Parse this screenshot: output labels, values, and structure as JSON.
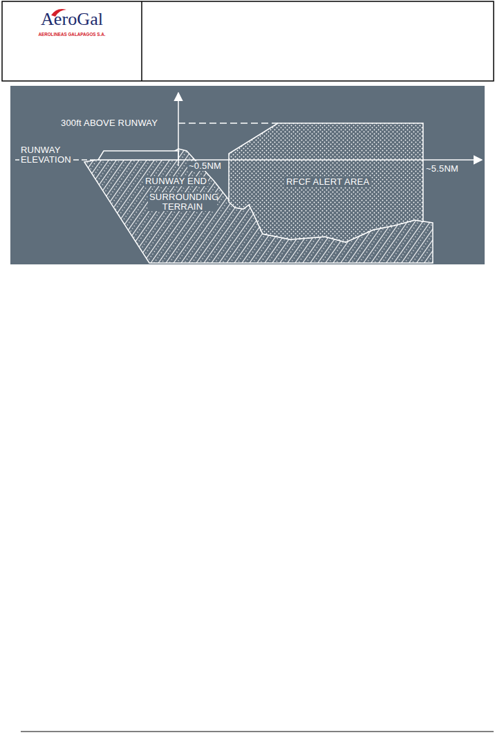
{
  "diagram": {
    "nodes": [
      {
        "text": [
          "AeroGal",
          "AEROLINEAS GALAPAGOS S.A."
        ]
      }
    ],
    "labels": [
      "300ft ABOVE RUNWAY",
      "RUNWAY ELEVATION",
      "~0.5NM",
      "RUNWAY END",
      "SURROUNDING TERRAIN",
      "RFCF ALERT AREA",
      "~5.5NM"
    ]
  }
}
